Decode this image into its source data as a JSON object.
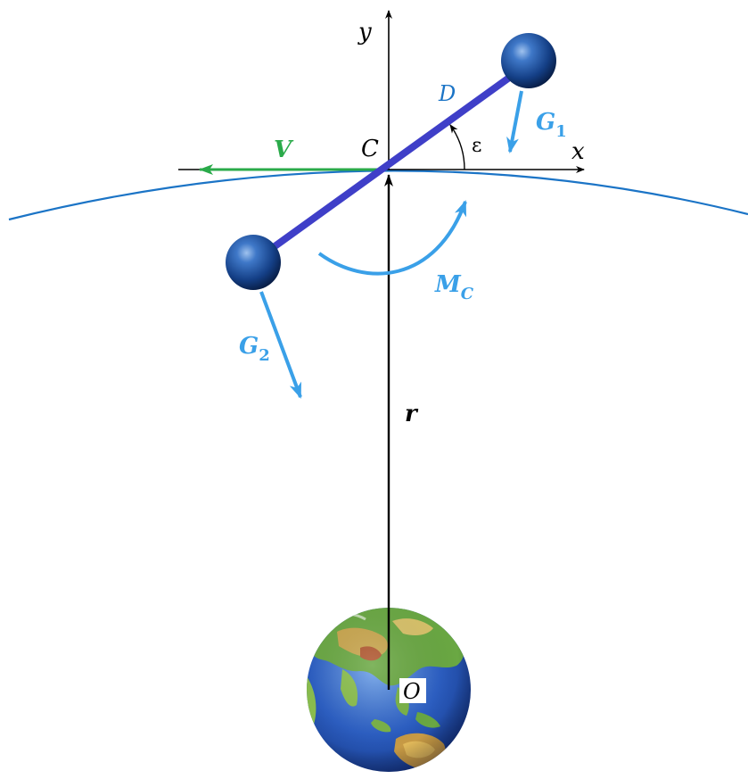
{
  "labels": {
    "y_axis": "y",
    "x_axis": "x",
    "center": "C",
    "rod": "D",
    "angle": "ε",
    "velocity": "V",
    "gravity_1": {
      "main": "G",
      "sub": "1"
    },
    "gravity_2": {
      "main": "G",
      "sub": "2"
    },
    "moment": {
      "main": "M",
      "sub": "C"
    },
    "radius": "r",
    "origin": "O"
  },
  "colors": {
    "axes": "#000000",
    "orbit": "#1b74c6",
    "rod": "#3f3fc8",
    "mass": "#1c4ea3",
    "velocity": "#2aaa4a",
    "force": "#3aa0e8",
    "earth_ocean": "#2f63c9",
    "earth_land": "#6aa843"
  },
  "icons": {
    "mass_1": "sphere",
    "mass_2": "sphere",
    "planet": "earth-globe"
  }
}
